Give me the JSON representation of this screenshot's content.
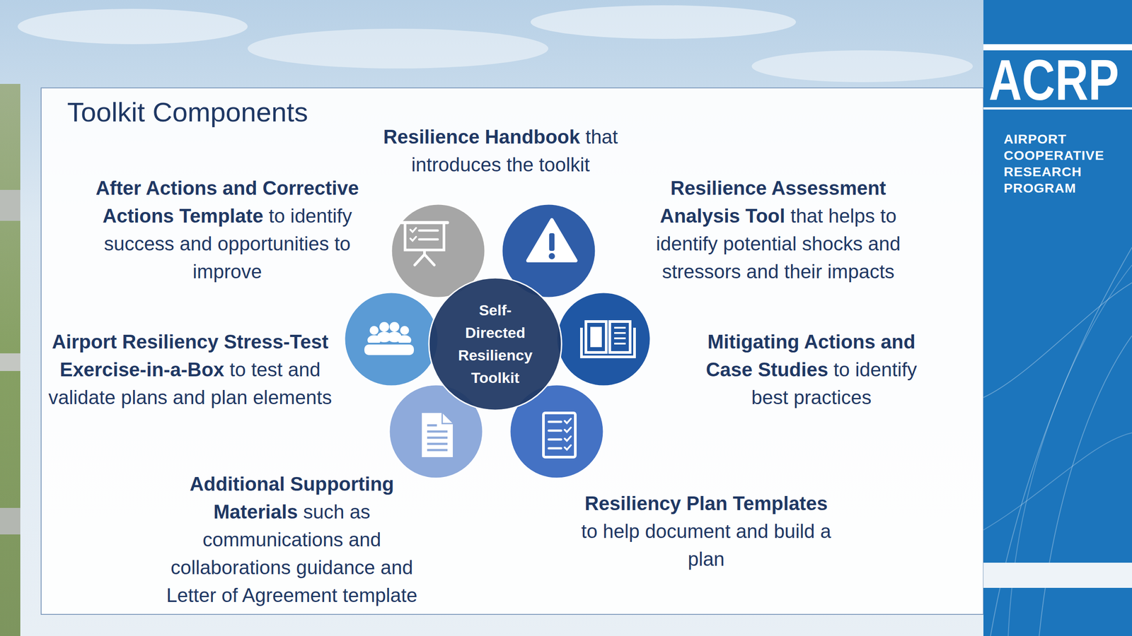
{
  "diagram": {
    "title": "Toolkit Components",
    "nodes": [
      {
        "text": [
          "Self-Directed Resiliency Toolkit"
        ]
      }
    ],
    "labels": [
      "Resilience Handbook",
      "that introduces the toolkit",
      "After Actions and Corrective Actions Template",
      "to identify success and opportunities to improve",
      "Resilience Assessment Analysis Tool",
      "that helps to identify potential shocks and stressors and their impacts",
      "Airport Resiliency Stress-Test Exercise-in-a-Box",
      "to test and validate plans and plan elements",
      "Mitigating Actions and Case Studies",
      "to identify best practices",
      "Additional Supporting Materials",
      "such as communications and collaborations guidance and Letter of Agreement template",
      "Resiliency Plan Templates",
      "to help document and build a plan",
      "ACRP",
      "AIRPORT COOPERATIVE RESEARCH PROGRAM"
    ]
  }
}
